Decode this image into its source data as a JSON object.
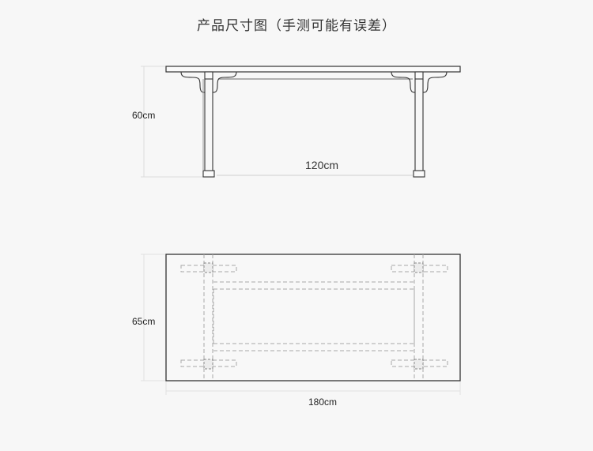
{
  "title": "产品尺寸图（手测可能有误差）",
  "front_view": {
    "height_label": "60cm",
    "width_label": "120cm"
  },
  "top_view": {
    "depth_label": "65cm",
    "length_label": "180cm"
  },
  "colors": {
    "background": "#f7f7f7",
    "outline": "#333333",
    "dimension_line": "#d8d8d8",
    "hidden_line": "#a8a8a8"
  }
}
